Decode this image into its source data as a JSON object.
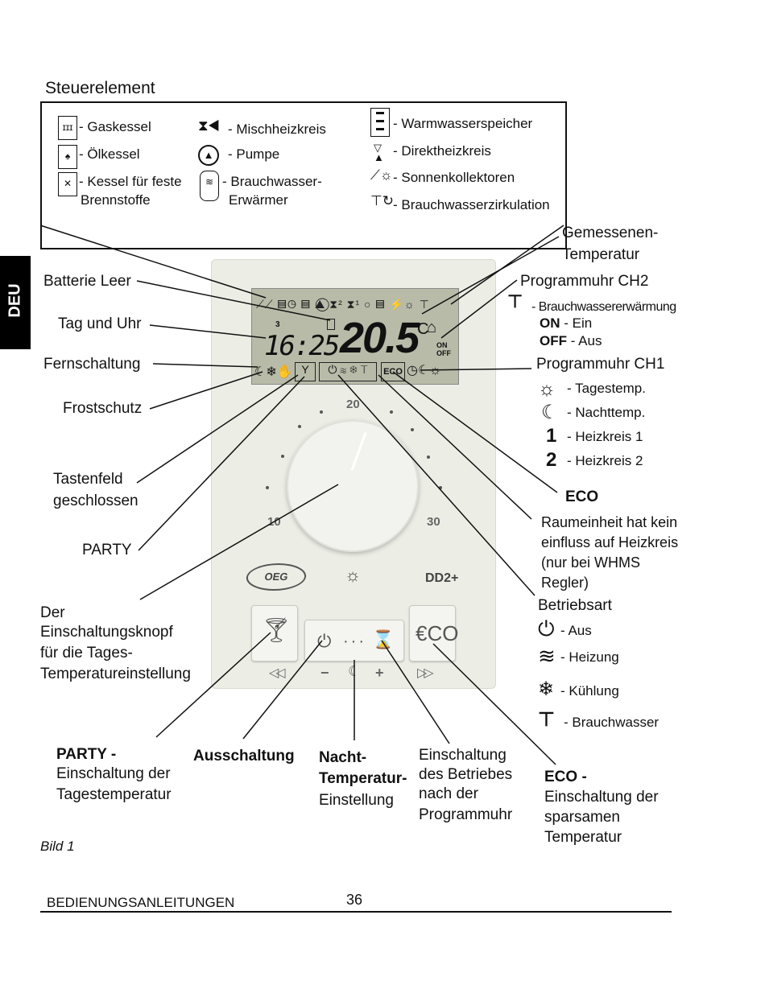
{
  "side_tab": "DEU",
  "section_title": "Steuerelement",
  "legend": {
    "col1": [
      "- Gaskessel",
      "- Ölkessel",
      "- Kessel für feste",
      "Brennstoffe"
    ],
    "col2": [
      "- Mischheizkreis",
      "- Pumpe",
      "- Brauchwasser-",
      "Erwärmer"
    ],
    "col3": [
      "- Warmwasserspeicher",
      "- Direktheizkreis",
      "- Sonnenkollektoren",
      "- Brauchwasserzirkulation"
    ]
  },
  "left_labels": {
    "batterie": "Batterie Leer",
    "tag_uhr": "Tag und Uhr",
    "fern": "Fernschaltung",
    "frost": "Frostschutz",
    "tasten1": "Tastenfeld",
    "tasten2": "geschlossen",
    "party": "PARTY",
    "knopf1": "Der",
    "knopf2": "Einschaltungsknopf",
    "knopf3": "für die Tages-",
    "knopf4": "Temperatureinstellung"
  },
  "right_labels": {
    "gemessen1": "Gemessenen-",
    "gemessen2": "Temperatur",
    "ch2": "Programmuhr CH2",
    "bw": "- Brauchwassererwärmung",
    "on": "ON",
    "on_txt": "- Ein",
    "off": "OFF",
    "off_txt": "- Aus",
    "ch1": "Programmuhr CH1",
    "tages": "- Tagestemp.",
    "nacht": "- Nachttemp.",
    "hk1_num": "1",
    "hk1": "- Heizkreis 1",
    "hk2_num": "2",
    "hk2": "- Heizkreis 2",
    "eco": "ECO",
    "raum1": "Raumeinheit hat kein",
    "raum2": "einfluss auf Heizkreis",
    "raum3": "(nur bei WHMS",
    "raum4": "Regler)",
    "betrieb": "Betriebsart",
    "aus": "- Aus",
    "heizung": "- Heizung",
    "kuehlung": "- Kühlung",
    "brauch": "- Brauchwasser"
  },
  "bottom_labels": {
    "party_title": "PARTY -",
    "party_l1": "Einschaltung der",
    "party_l2": "Tagestemperatur",
    "aus": "Ausschaltung",
    "nacht1": "Nacht-",
    "nacht2": "Temperatur-",
    "nacht3": "Einstellung",
    "prog1": "Einschaltung",
    "prog2": "des Betriebes",
    "prog3": "nach der",
    "prog4": "Programmuhr",
    "eco_title": "ECO -",
    "eco_l1": "Einschaltung der",
    "eco_l2": "sparsamen",
    "eco_l3": "Temperatur"
  },
  "device": {
    "lcd_time": "16:25",
    "lcd_temp": "20.5",
    "lcd_unit": "°C",
    "lcd_on": "ON",
    "lcd_off": "OFF",
    "lcd_day": "3",
    "lcd_eco": "ECO",
    "dial_20": "20",
    "dial_10": "10",
    "dial_30": "30",
    "logo": "OEG",
    "model": "DD2+",
    "eco_btn": "€CO",
    "rewind": "◁◁",
    "forward": "▷▷",
    "minus": "−",
    "plus": "+"
  },
  "figure_caption": "Bild 1",
  "footer_left": "BEDIENUNGSANLEITUNGEN",
  "page_number": "36"
}
